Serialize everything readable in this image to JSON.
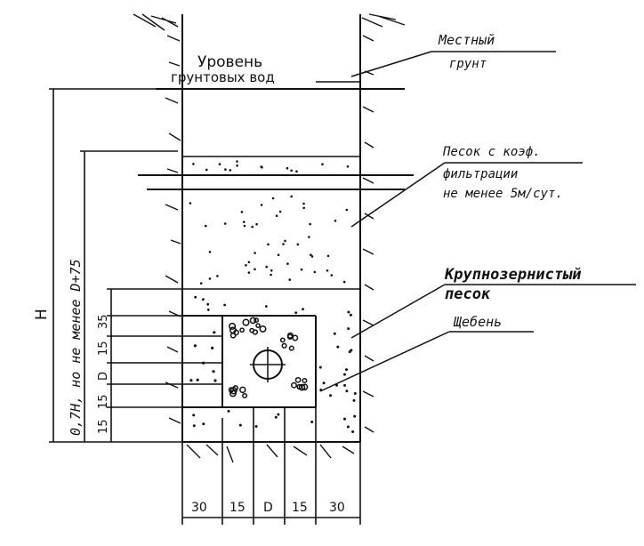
{
  "labels": {
    "water_level": "Уровень",
    "water_level_2": "грунтовых вод",
    "local_soil": "Местный",
    "local_soil_2": "грунт",
    "sand_1": "Песок с коэф.",
    "sand_2": "фильтрации",
    "sand_3": "не менее 5м/сут.",
    "coarse_1": "Крупнозернистый",
    "coarse_2": "песок",
    "gravel": "Щебень"
  },
  "dimensions": {
    "h": "H",
    "depth_rule": "0,7H, но не менее D+75",
    "v_15a": "15",
    "v_15b": "15",
    "v_d": "D",
    "v_15c": "15",
    "v_35": "35",
    "b_30a": "30",
    "b_15a": "15",
    "b_d": "D",
    "b_15b": "15",
    "b_30b": "30"
  },
  "colors": {
    "ink": "#111111",
    "paper": "#ffffff"
  }
}
